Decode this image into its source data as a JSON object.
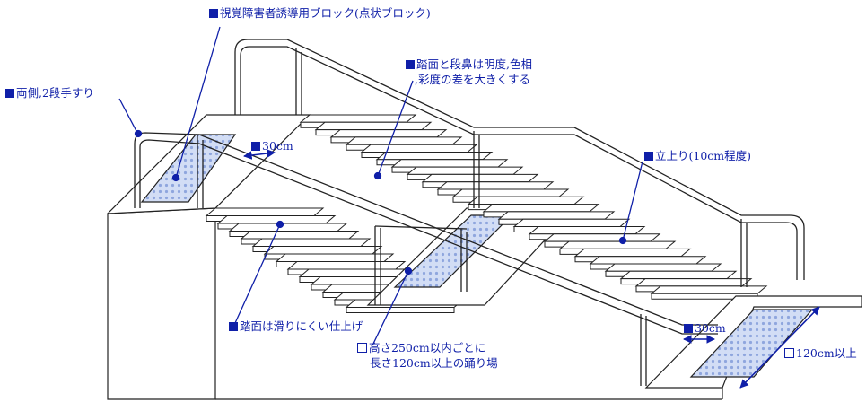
{
  "labels": {
    "tactile": "視覚障害者誘導用ブロック(点状ブロック)",
    "handrail": "両側,2段手すり",
    "contrast_line1": "踏面と段鼻は明度,色相",
    "contrast_line2": ",彩度の差を大きくする",
    "riser": "立上り(10cm程度)",
    "distance_top": "30cm",
    "distance_bottom": "30cm",
    "non_slip": "踏面は滑りにくい仕上げ",
    "landing_line1": "高さ250cm以内ごとに",
    "landing_line2": "長さ120cm以上の踊り場",
    "landing_length": "120cm以上"
  },
  "colors": {
    "annotation": "#0f1fa8",
    "line": "#222222",
    "tactile_fill": "#c9d6f2"
  }
}
